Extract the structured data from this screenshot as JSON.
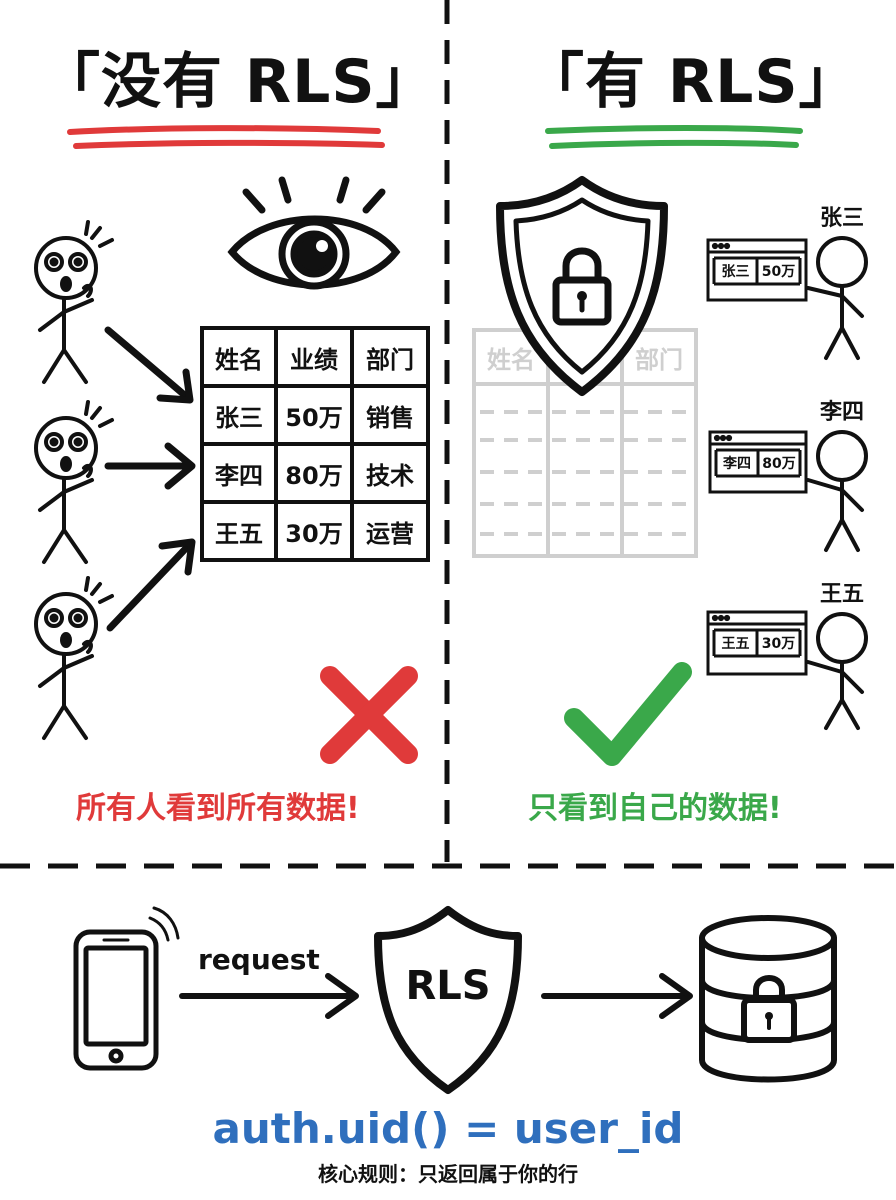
{
  "left_panel": {
    "title": "「没有 RLS」",
    "underline_color": "#e03a3a",
    "table": {
      "headers": [
        "姓名",
        "业绩",
        "部门"
      ],
      "rows": [
        [
          "张三",
          "50万",
          "销售"
        ],
        [
          "李四",
          "80万",
          "技术"
        ],
        [
          "王五",
          "30万",
          "运营"
        ]
      ]
    },
    "result_icon": "cross-icon",
    "caption": "所有人看到所有数据!",
    "caption_color": "#e03a3a"
  },
  "right_panel": {
    "title": "「有 RLS」",
    "underline_color": "#3aa84a",
    "faded_table": {
      "headers": [
        "姓名",
        "部门"
      ]
    },
    "users": [
      {
        "name": "张三",
        "row": [
          "张三",
          "50万"
        ]
      },
      {
        "name": "李四",
        "row": [
          "李四",
          "80万"
        ]
      },
      {
        "name": "王五",
        "row": [
          "王五",
          "30万"
        ]
      }
    ],
    "shield_icon": "shield-lock-icon",
    "result_icon": "checkmark-icon",
    "caption": "只看到自己的数据!",
    "caption_color": "#3aa84a"
  },
  "flow": {
    "request_label": "request",
    "shield_label": "RLS",
    "formula": "auth.uid() = user_id",
    "formula_color": "#2f6fbd",
    "rule": "核心规则：只返回属于你的行"
  }
}
